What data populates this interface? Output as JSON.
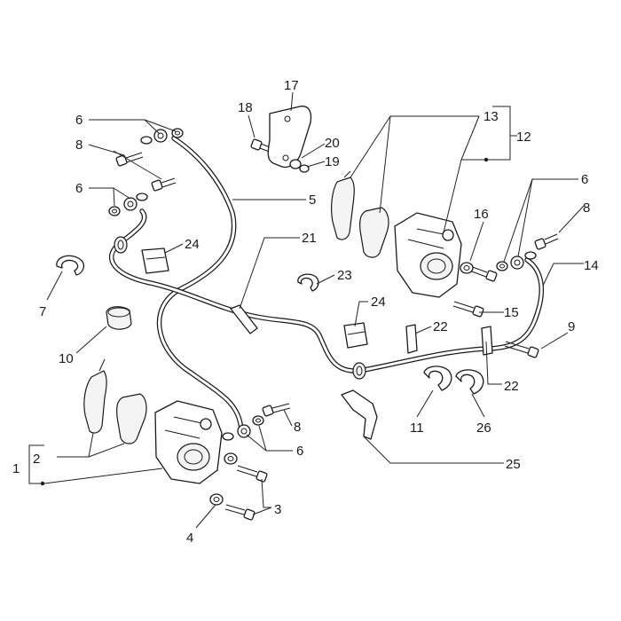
{
  "diagram": {
    "callouts": [
      {
        "id": "c1",
        "text": "1"
      },
      {
        "id": "c2",
        "text": "2"
      },
      {
        "id": "c3",
        "text": "3"
      },
      {
        "id": "c4",
        "text": "4"
      },
      {
        "id": "c5",
        "text": "5"
      },
      {
        "id": "c6a",
        "text": "6"
      },
      {
        "id": "c6b",
        "text": "6"
      },
      {
        "id": "c6c",
        "text": "6"
      },
      {
        "id": "c6d",
        "text": "6"
      },
      {
        "id": "c7",
        "text": "7"
      },
      {
        "id": "c8a",
        "text": "8"
      },
      {
        "id": "c8b",
        "text": "8"
      },
      {
        "id": "c8c",
        "text": "8"
      },
      {
        "id": "c9",
        "text": "9"
      },
      {
        "id": "c10",
        "text": "10"
      },
      {
        "id": "c11",
        "text": "11"
      },
      {
        "id": "c12",
        "text": "12"
      },
      {
        "id": "c13",
        "text": "13"
      },
      {
        "id": "c14",
        "text": "14"
      },
      {
        "id": "c15",
        "text": "15"
      },
      {
        "id": "c16",
        "text": "16"
      },
      {
        "id": "c17",
        "text": "17"
      },
      {
        "id": "c18",
        "text": "18"
      },
      {
        "id": "c19",
        "text": "19"
      },
      {
        "id": "c20",
        "text": "20"
      },
      {
        "id": "c21",
        "text": "21"
      },
      {
        "id": "c22a",
        "text": "22"
      },
      {
        "id": "c22b",
        "text": "22"
      },
      {
        "id": "c23",
        "text": "23"
      },
      {
        "id": "c24a",
        "text": "24"
      },
      {
        "id": "c24b",
        "text": "24"
      },
      {
        "id": "c25",
        "text": "25"
      },
      {
        "id": "c26",
        "text": "26"
      }
    ]
  }
}
